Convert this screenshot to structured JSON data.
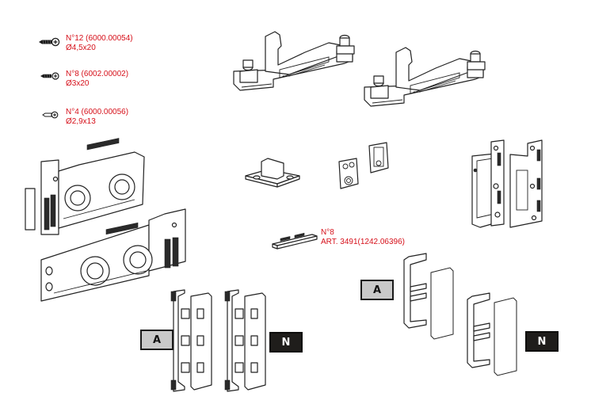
{
  "diagram": {
    "title": "",
    "screws": [
      {
        "id": "screw-12",
        "icon": "screw-icon",
        "line1": "N°12 (6000.00054)",
        "line2": "Ø4,5x20"
      },
      {
        "id": "screw-8",
        "icon": "screw-icon",
        "line1": "N°8 (6002.00002)",
        "line2": "Ø3x20"
      },
      {
        "id": "screw-4",
        "icon": "screw-icon",
        "line1": "N°4 (6000.00056)",
        "line2": "Ø2,9x13"
      }
    ],
    "clip_part": {
      "line1": "N°8",
      "line2": "ART. 3491(1242.06396)"
    },
    "badges": {
      "left_a": "A",
      "left_n": "N",
      "right_a": "A",
      "right_n": "N"
    },
    "colors": {
      "label_red": "#d6101a",
      "badge_light": "#c9c9c9",
      "badge_dark": "#1f1d1b",
      "line": "#222222"
    },
    "parts": [
      "top-bracket-left",
      "top-bracket-right",
      "trolley-carriage-upper",
      "trolley-carriage-lower",
      "guide-block",
      "spacer-plate-small",
      "spacer-plate-tall",
      "hinge-plate-assembly",
      "clip-rail",
      "end-profiles-a",
      "end-profiles-n",
      "end-caps-a",
      "end-caps-n"
    ]
  }
}
